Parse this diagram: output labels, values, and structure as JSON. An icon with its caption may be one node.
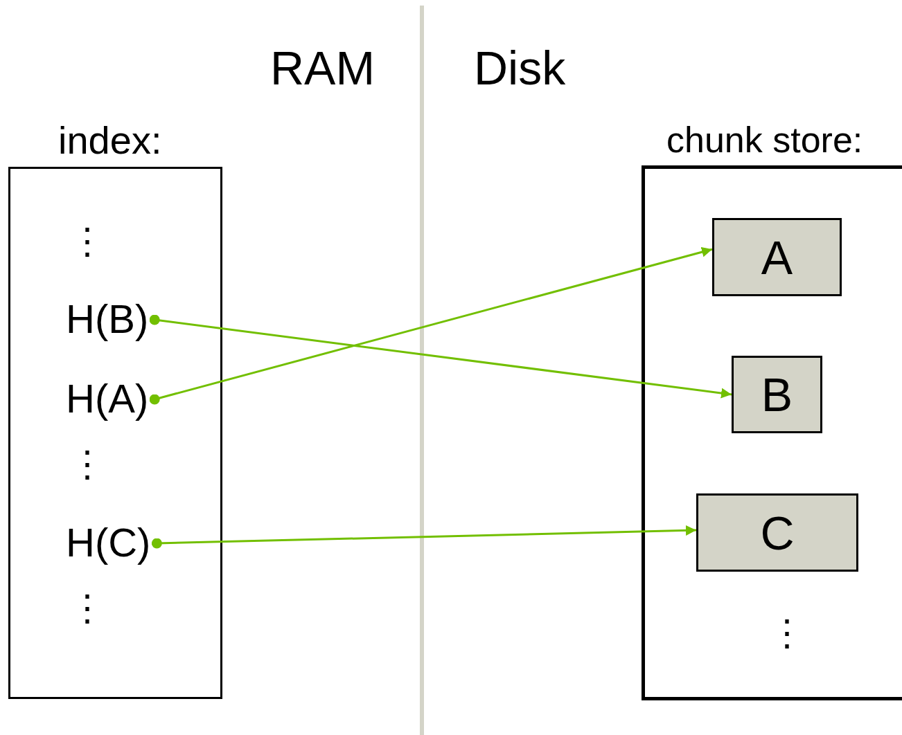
{
  "diagram": {
    "nodes": [
      {
        "text": [
          "index:"
        ]
      },
      {
        "text": [
          "H(B)"
        ],
        "in": 0
      },
      {
        "text": [
          "H(A)"
        ],
        "in": 0
      },
      {
        "text": [
          "H(C)"
        ],
        "in": 0
      },
      {
        "text": [
          "chunk store:"
        ]
      },
      {
        "text": [
          "A"
        ],
        "in": 4
      },
      {
        "text": [
          "B"
        ],
        "in": 4
      },
      {
        "text": [
          "C"
        ],
        "in": 4
      }
    ],
    "edges": [
      {
        "from": 1,
        "to": 6,
        "arrow": "to"
      },
      {
        "from": 2,
        "to": 5,
        "arrow": "to"
      },
      {
        "from": 3,
        "to": 7,
        "arrow": "to"
      }
    ],
    "labels": [
      "RAM",
      "Disk",
      "⋮",
      "⋮",
      "⋮",
      "⋮"
    ]
  }
}
